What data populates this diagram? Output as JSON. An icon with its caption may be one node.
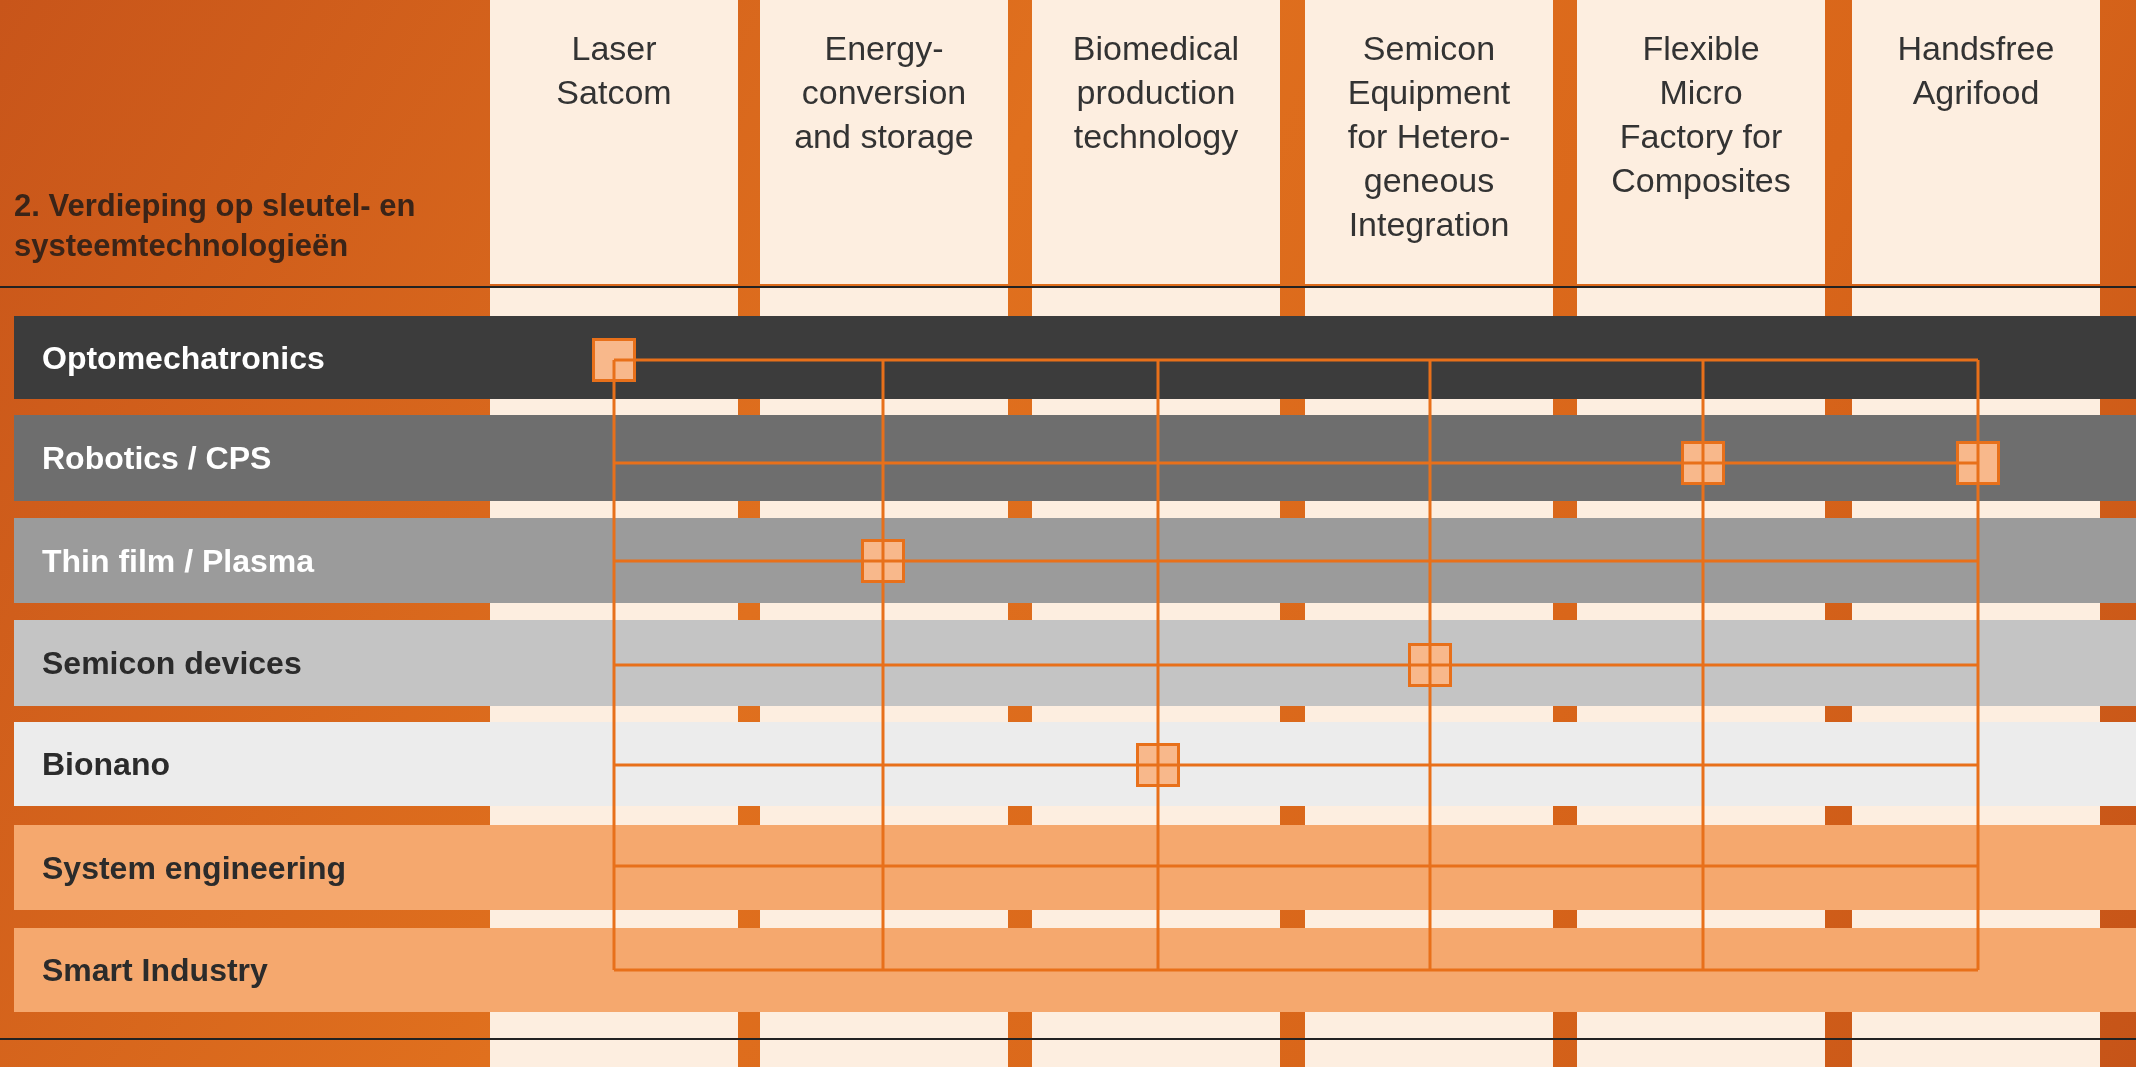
{
  "diagram": {
    "title": "2. Verdieping op sleutel- en systeemtechnologieën",
    "nodes": [
      {
        "text": [
          "Laser Satcom"
        ]
      },
      {
        "text": [
          "Energy- conversion and storage"
        ]
      },
      {
        "text": [
          "Biomedical production technology"
        ]
      },
      {
        "text": [
          "Semicon Equipment for Hetero- geneous Integration"
        ]
      },
      {
        "text": [
          "Flexible Micro Factory for Composites"
        ]
      },
      {
        "text": [
          "Handsfree Agrifood"
        ]
      },
      {
        "text": [
          "Optomechatronics"
        ]
      },
      {
        "text": [
          "Robotics / CPS"
        ]
      },
      {
        "text": [
          "Thin film / Plasma"
        ]
      },
      {
        "text": [
          "Semicon devices"
        ]
      },
      {
        "text": [
          "Bionano"
        ]
      },
      {
        "text": [
          "System engineering"
        ]
      },
      {
        "text": [
          "Smart Industry"
        ]
      },
      {
        "text": [],
        "shape": "box",
        "in": 6
      },
      {
        "text": [],
        "shape": "box",
        "in": 7
      },
      {
        "text": [],
        "shape": "box",
        "in": 7
      },
      {
        "text": [],
        "shape": "box",
        "in": 8
      },
      {
        "text": [],
        "shape": "box",
        "in": 9
      },
      {
        "text": [],
        "shape": "box",
        "in": 10
      }
    ]
  }
}
